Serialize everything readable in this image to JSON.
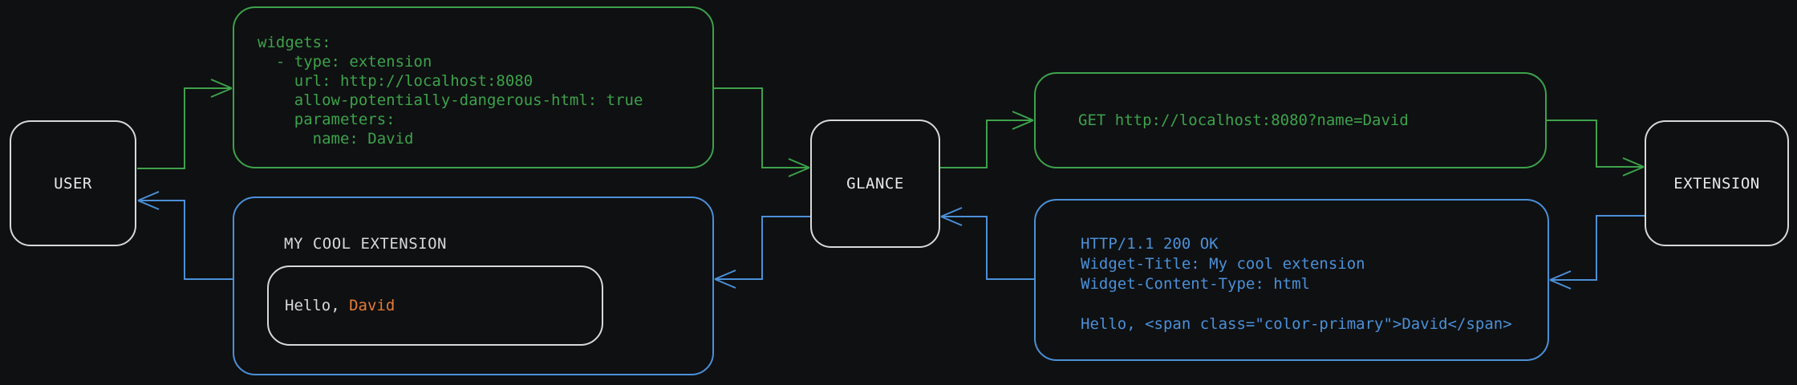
{
  "colors": {
    "background": "#0f1012",
    "green": "#3da24b",
    "blue": "#4b90d8",
    "node_border": "#d8d8d8",
    "orange": "#e57b35"
  },
  "nodes": {
    "user": {
      "label": "USER"
    },
    "glance": {
      "label": "GLANCE"
    },
    "extension": {
      "label": "EXTENSION"
    }
  },
  "config_box": {
    "lines": [
      "widgets:",
      "  - type: extension",
      "    url: http://localhost:8080",
      "    allow-potentially-dangerous-html: true",
      "    parameters:",
      "      name: David"
    ]
  },
  "request_box": {
    "text": "GET http://localhost:8080?name=David"
  },
  "response_box": {
    "lines": [
      "HTTP/1.1 200 OK",
      "Widget-Title: My cool extension",
      "Widget-Content-Type: html",
      "",
      "Hello, <span class=\"color-primary\">David</span>"
    ]
  },
  "preview_box": {
    "title": "MY COOL EXTENSION",
    "greeting_prefix": "Hello, ",
    "greeting_name": "David"
  }
}
